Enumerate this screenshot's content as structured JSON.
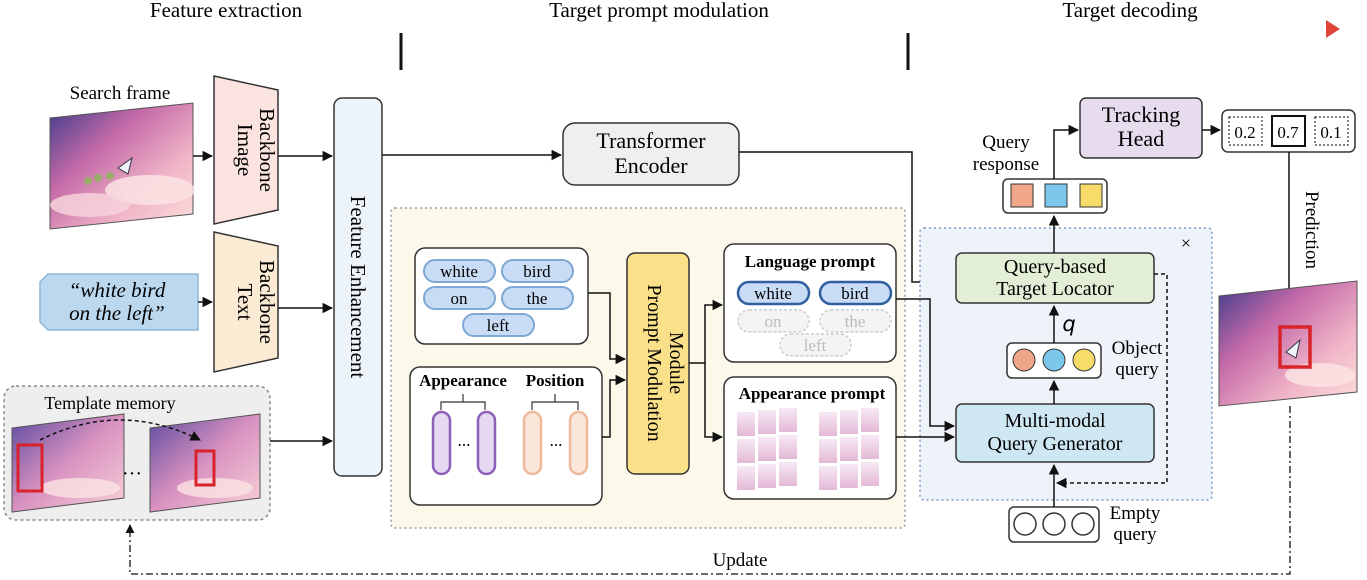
{
  "stages": {
    "feature_extraction": "Feature extraction",
    "target_prompt_modulation": "Target prompt modulation",
    "target_decoding": "Target decoding"
  },
  "inputs": {
    "search_frame": "Search frame",
    "text_query_line1": "“white bird",
    "text_query_line2": "on the left”",
    "template_memory": "Template memory",
    "ellipsis": "···"
  },
  "backbones": {
    "image_line1": "Image",
    "image_line2": "Backbone",
    "text_line1": "Text",
    "text_line2": "Backbone"
  },
  "feature_enhancement": "Feature Enhancement",
  "transformer_encoder": {
    "line1": "Transformer",
    "line2": "Encoder"
  },
  "words": {
    "white": "white",
    "bird": "bird",
    "on": "on",
    "the": "the",
    "left": "left"
  },
  "appearance": "Appearance",
  "position": "Position",
  "dots": "...",
  "prompt_modulation": {
    "line1": "Prompt Modulation",
    "line2": "Module"
  },
  "language_prompt": "Language prompt",
  "appearance_prompt": "Appearance prompt",
  "query_response": {
    "line1": "Query",
    "line2": "response"
  },
  "tracking_head": {
    "line1": "Tracking",
    "line2": "Head"
  },
  "scores": [
    "0.2",
    "0.7",
    "0.1"
  ],
  "prediction": "Prediction",
  "target_locator": {
    "line1": "Query-based",
    "line2": "Target Locator"
  },
  "q_label": "q",
  "object_query": {
    "line1": "Object",
    "line2": "query"
  },
  "query_generator": {
    "line1": "Multi-modal",
    "line2": "Query Generator"
  },
  "empty_query": {
    "line1": "Empty",
    "line2": "query"
  },
  "update": "Update",
  "cross_mark": "×",
  "colors": {
    "gradient_start": "#3b66ad",
    "gradient_end": "#e0453a",
    "word_pill": "#c8dcf5",
    "modulation_box": "#fbe08a",
    "locator_box": "#e2efd6",
    "generator_box": "#cfe7f2",
    "tracking_head": "#e6dcee",
    "appearance_pill": "#8e5fb8",
    "position_pill": "#f0b89a"
  }
}
